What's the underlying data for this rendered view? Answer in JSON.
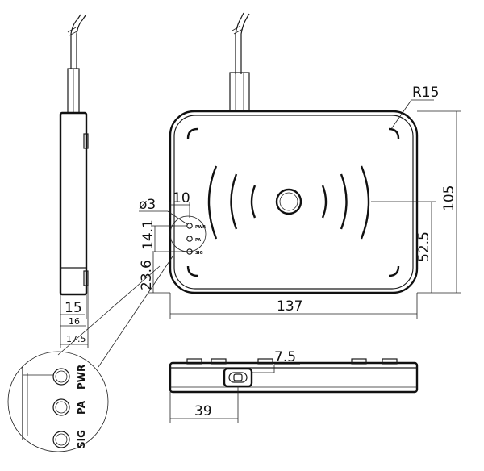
{
  "dimensions": {
    "width": "137",
    "height": "105",
    "corner_radius": "R15",
    "center_height": "52.5",
    "led_diameter": "ø3",
    "led_offset_x": "10",
    "led_pitch": "14.1",
    "led_bottom": "23.6",
    "side_thickness_1": "15",
    "side_thickness_2": "16",
    "side_thickness_3": "17.5",
    "switch_width": "7.5",
    "switch_offset": "39"
  },
  "indicators": [
    {
      "label": "PWR"
    },
    {
      "label": "PA"
    },
    {
      "label": "SIG"
    }
  ],
  "small_indicator_labels": [
    "PWR",
    "PA",
    "SIG"
  ]
}
